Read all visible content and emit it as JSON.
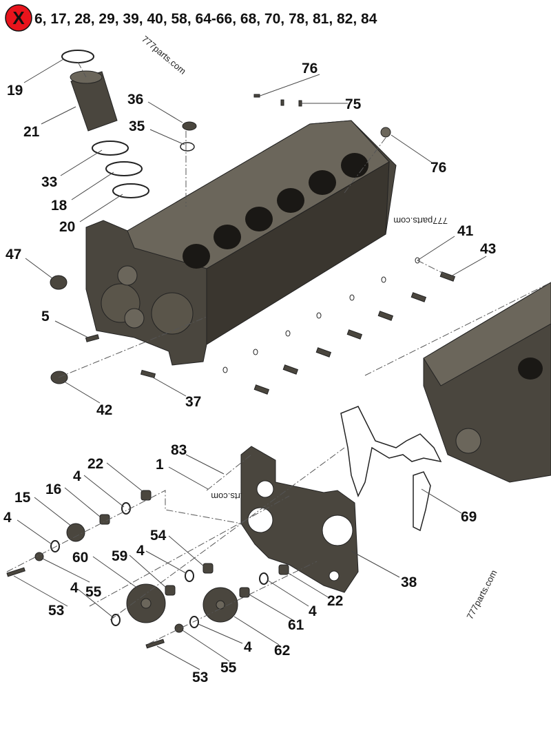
{
  "header": {
    "excluded_icon": "X",
    "excluded_color": "#e8141c",
    "excluded_parts": "6, 17, 28, 29, 39, 40, 58, 64-66, 68, 70, 78, 81, 82, 84"
  },
  "watermark": "777parts.com",
  "callouts": {
    "c19": "19",
    "c21": "21",
    "c36": "36",
    "c35": "35",
    "c76a": "76",
    "c75": "75",
    "c76b": "76",
    "c33": "33",
    "c18": "18",
    "c20": "20",
    "c41": "41",
    "c43": "43",
    "c47": "47",
    "c5": "5",
    "c37": "37",
    "c42": "42",
    "c83": "83",
    "c1": "1",
    "c22a": "22",
    "c4a": "4",
    "c16": "16",
    "c15": "15",
    "c4b": "4",
    "c54": "54",
    "c60": "60",
    "c59": "59",
    "c4c": "4",
    "c55a": "55",
    "c53a": "53",
    "c4d": "4",
    "c38": "38",
    "c22b": "22",
    "c61": "61",
    "c4e": "4",
    "c62": "62",
    "c4f": "4",
    "c55b": "55",
    "c53b": "53",
    "c69": "69"
  }
}
